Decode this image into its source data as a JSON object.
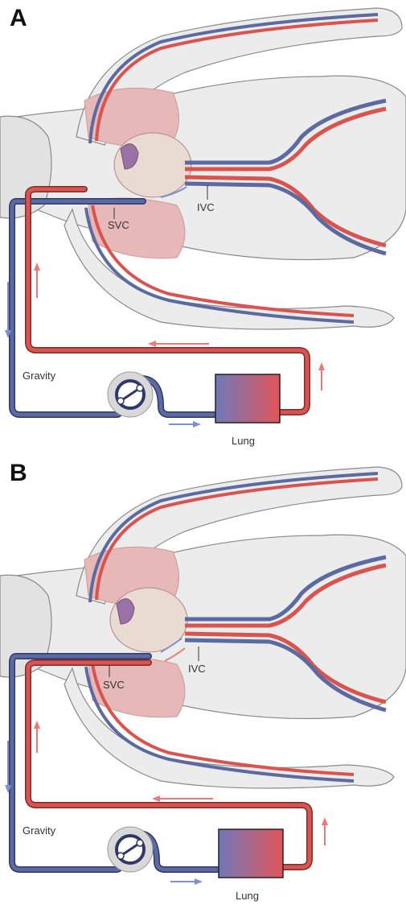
{
  "panels": [
    {
      "letter": "A",
      "labels": {
        "svc": "SVC",
        "ivc": "IVC",
        "gravity": "Gravity",
        "lung": "Lung"
      }
    },
    {
      "letter": "B",
      "labels": {
        "svc": "SVC",
        "ivc": "IVC",
        "gravity": "Gravity",
        "lung": "Lung"
      }
    }
  ],
  "colors": {
    "venous": "#5b6aa0",
    "arterial": "#d9534f",
    "venous_arrow": "#7f8fd0",
    "arterial_arrow": "#e87b78",
    "skin": "#ececec",
    "outline": "#8a8a8a",
    "lung_tissue": "#e6b8b8",
    "heart": "#eadbd2"
  }
}
